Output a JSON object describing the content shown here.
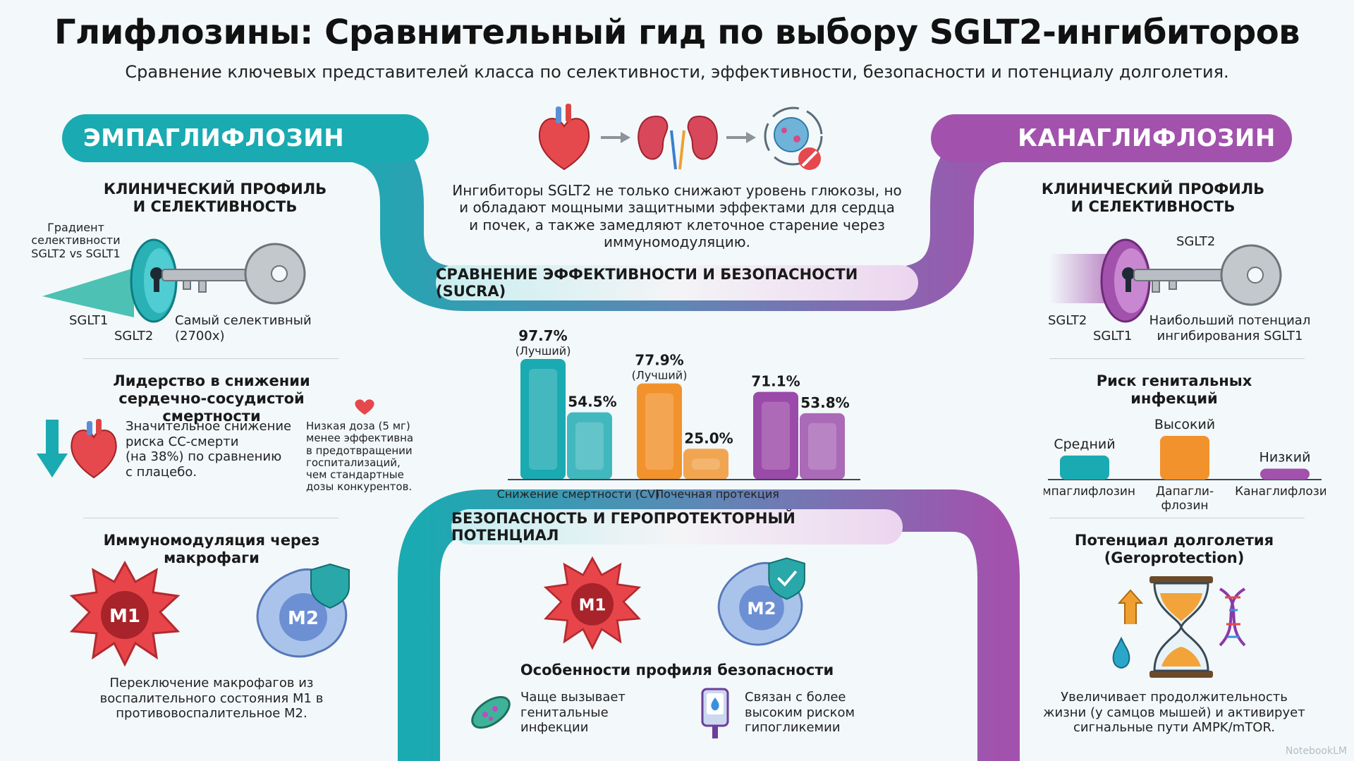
{
  "header": {
    "title": "Глифлозины: Сравнительный гид по выбору SGLT2-ингибиторов",
    "subtitle": "Сравнение ключевых представителей класса по селективности, эффективности, безопасности и потенциалу долголетия."
  },
  "left": {
    "banner": "ЭМПАГЛИФЛОЗИН",
    "profile_title_1": "КЛИНИЧЕСКИЙ ПРОФИЛЬ",
    "profile_title_2": "И СЕЛЕКТИВНОСТЬ",
    "gradient_1": "Градиент",
    "gradient_2": "селективности",
    "gradient_3": "SGLT2 vs SGLT1",
    "label_sglt1": "SGLT1",
    "label_sglt2": "SGLT2",
    "most_selective_1": "Самый селективный",
    "most_selective_2": "(2700x)",
    "cv_title_1": "Лидерство в снижении",
    "cv_title_2": "сердечно-сосудистой смертности",
    "cv_text_1": "Значительное снижение",
    "cv_text_2": "риска СС-смерти",
    "cv_text_3": "(на 38%) по сравнению",
    "cv_text_4": "с плацебо.",
    "low_dose_1": "Низкая доза (5 мг)",
    "low_dose_2": "менее эффективна",
    "low_dose_3": "в предотвращении",
    "low_dose_4": "госпитализаций,",
    "low_dose_5": "чем стандартные",
    "low_dose_6": "дозы конкурентов.",
    "immuno_title_1": "Иммуномодуляция через",
    "immuno_title_2": "макрофаги",
    "m1": "M1",
    "m2": "M2",
    "immuno_text_1": "Переключение макрофагов из",
    "immuno_text_2": "воспалительного состояния M1 в",
    "immuno_text_3": "противовоспалительное M2."
  },
  "center": {
    "intro_1": "Ингибиторы SGLT2 не только снижают уровень глюкозы, но",
    "intro_2": "и обладают мощными защитными эффектами для сердца",
    "intro_3": "и почек, а также замедляют клеточное старение через",
    "intro_4": "иммуномодуляцию.",
    "sucra_pill": "СРАВНЕНИЕ ЭФФЕКТИВНОСТИ И БЕЗОПАСНОСТИ (SUCRA)",
    "safety_pill": "БЕЗОПАСНОСТЬ И ГЕРОПРОТЕКТОРНЫЙ ПОТЕНЦИАЛ",
    "safety_title": "Особенности профиля безопасности",
    "m1": "M1",
    "m2": "M2",
    "genital_1": "Чаще вызывает",
    "genital_2": "генитальные",
    "genital_3": "инфекции",
    "hypo_1": "Связан с более",
    "hypo_2": "высоким риском",
    "hypo_3": "гипогликемии"
  },
  "chart_data": {
    "type": "bar",
    "categories": [
      "Снижение смертности (CV)",
      "Почечная протекция"
    ],
    "groups": [
      {
        "values": [
          97.7,
          54.5
        ],
        "labels": [
          "97.7%",
          "54.5%"
        ],
        "note": "(Лучший)",
        "color": "#1aaab1"
      },
      {
        "values": [
          77.9,
          25.0
        ],
        "labels": [
          "77.9%",
          "25.0%"
        ],
        "note": "(Лучший)",
        "color": "#f2922c"
      },
      {
        "values": [
          71.1,
          53.8
        ],
        "labels": [
          "71.1%",
          "53.8%"
        ],
        "note": "",
        "color": "#9a4aa8"
      }
    ],
    "ylim": [
      0,
      100
    ]
  },
  "right": {
    "banner": "КАНАГЛИФЛОЗИН",
    "profile_title_1": "КЛИНИЧЕСКИЙ ПРОФИЛЬ",
    "profile_title_2": "И СЕЛЕКТИВНОСТЬ",
    "label_sglt2_top": "SGLT2",
    "label_sglt2": "SGLT2",
    "label_sglt1": "SGLT1",
    "potential_1": "Наибольший потенциал",
    "potential_2": "ингибирования SGLT1",
    "risk_title_1": "Риск генитальных",
    "risk_title_2": "инфекций",
    "risk_chart": {
      "type": "bar",
      "categories": [
        "Эмпаглифлозин",
        "Дапагли-флозин",
        "Канаглифлозин"
      ],
      "category_lines": [
        [
          "Эмпаглифлозин"
        ],
        [
          "Дапагли-",
          "флозин"
        ],
        [
          "Канаглифлозин"
        ]
      ],
      "levels": [
        "Средний",
        "Высокий",
        "Низкий"
      ],
      "values": [
        0.55,
        1.0,
        0.25
      ],
      "colors": [
        "#1aaab1",
        "#f2922c",
        "#a252ad"
      ]
    },
    "longevity_title_1": "Потенциал долголетия",
    "longevity_title_2": "(Geroprotection)",
    "longevity_text_1": "Увеличивает продолжительность",
    "longevity_text_2": "жизни (у самцов мышей) и активирует",
    "longevity_text_3": "сигнальные пути AMPK/mTOR."
  },
  "watermark": "NotebookLM"
}
